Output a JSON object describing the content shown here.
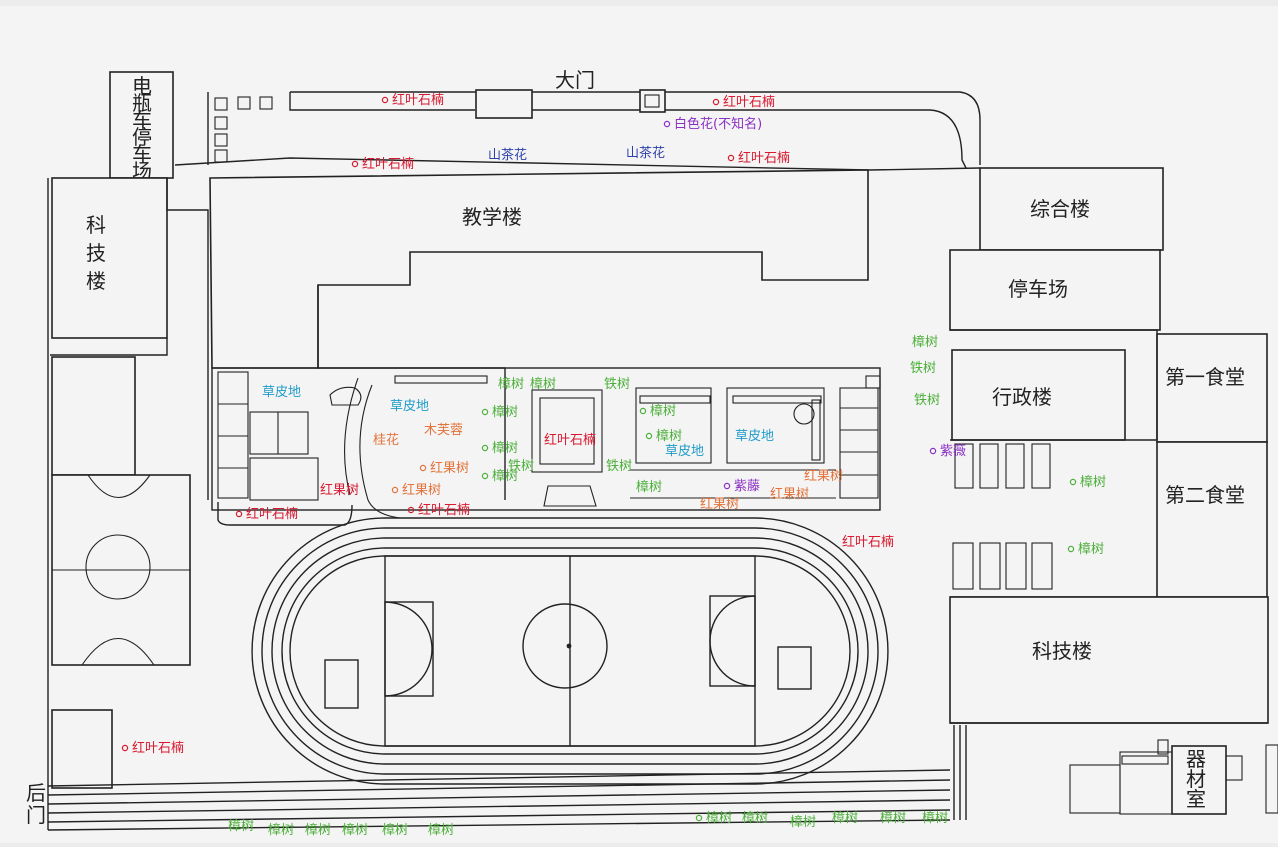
{
  "colors": {
    "ink": "#222222",
    "paper": "#f4f4f4",
    "red_plant": "#d8192f",
    "green_plant": "#4caf3a",
    "cyan_plant": "#1f9bc8",
    "blue_plant": "#2d3fa8",
    "purple_plant": "#8a2fc4",
    "orange_plant": "#e2733a"
  },
  "labels": {
    "main_gate": "大门",
    "back_gate": "后门",
    "ebike_parking": "电瓶车停车场",
    "science_building_left": "科技楼",
    "teaching_building": "教学楼",
    "complex_building": "综合楼",
    "parking_lot": "停车场",
    "admin_building": "行政楼",
    "canteen_1": "第一食堂",
    "canteen_2": "第二食堂",
    "science_building_right": "科技楼",
    "equipment_room": "器材室"
  },
  "plants": {
    "photinia": "红叶石楠",
    "camellia": "山茶花",
    "white_flower": "白色花(不知名)",
    "lawn": "草皮地",
    "camphor": "樟树",
    "cycad": "铁树",
    "osmanthus": "桂花",
    "hibiscus": "木芙蓉",
    "red_fruit": "红果树",
    "wisteria": "紫藤",
    "purple_rose": "紫薇"
  }
}
